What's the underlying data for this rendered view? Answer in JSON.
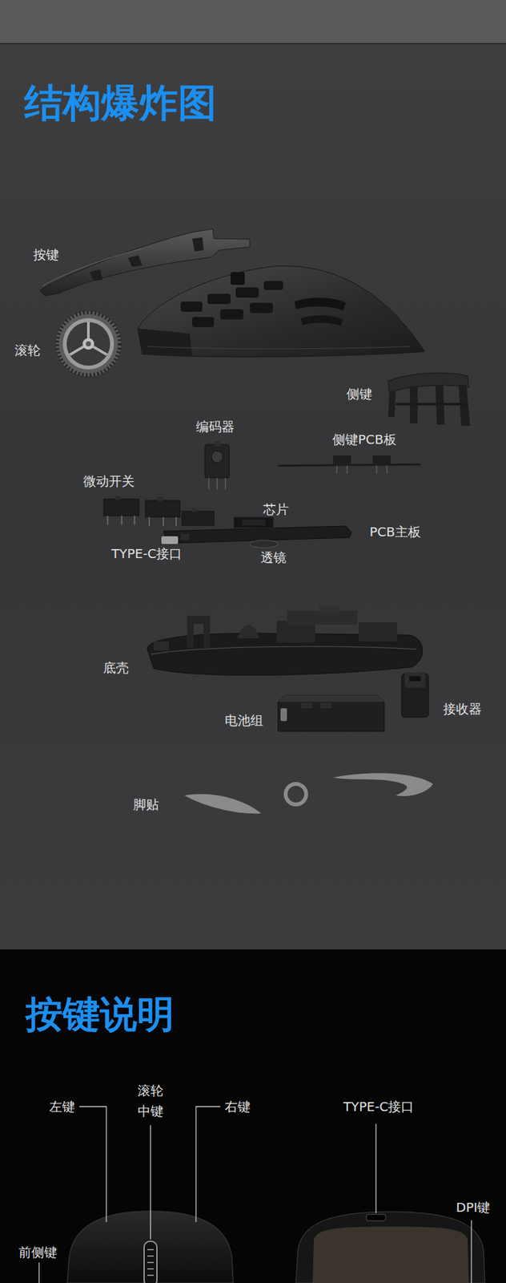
{
  "diagram": {
    "title": "结构爆炸图",
    "labels": [
      "按键",
      "滚轮",
      "侧键",
      "编码器",
      "侧键PCB板",
      "微动开关",
      "芯片",
      "PCB主板",
      "TYPE-C接口",
      "透镜",
      "底壳",
      "接收器",
      "电池组",
      "脚贴",
      "按键说明",
      "滚轮 中键",
      "左键",
      "右键",
      "TYPE-C接口",
      "DPI键",
      "前侧键"
    ]
  }
}
